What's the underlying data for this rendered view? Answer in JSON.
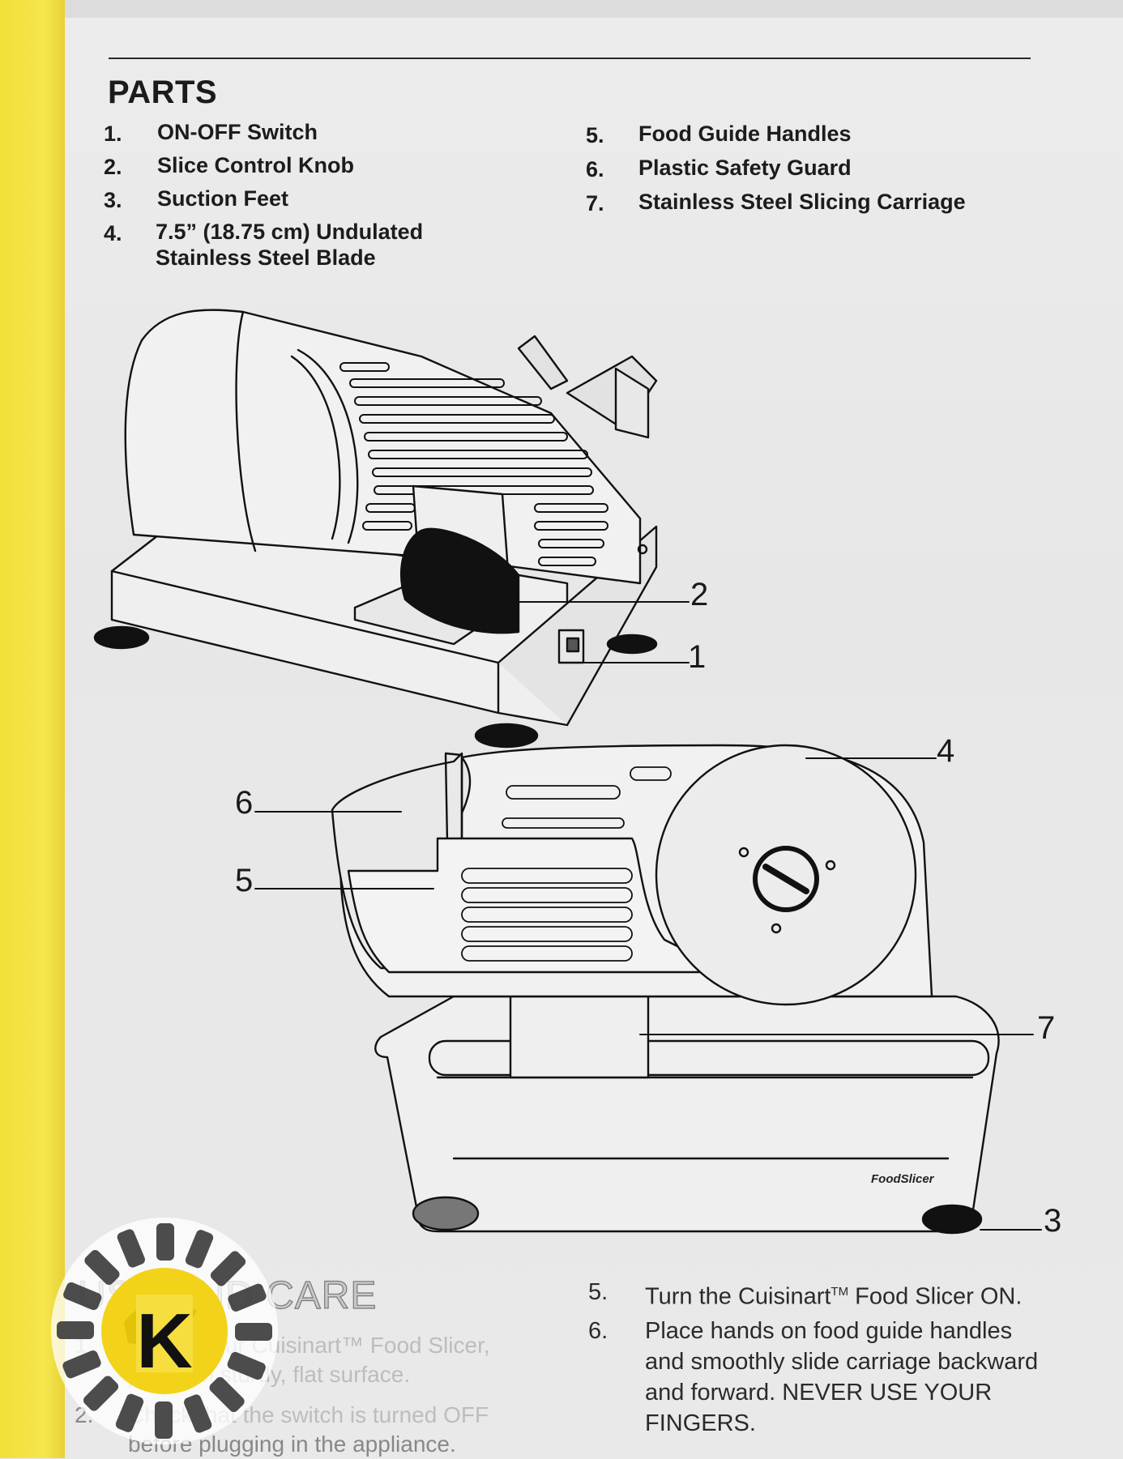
{
  "parts": {
    "title": "PARTS",
    "items_left": [
      {
        "num": "1.",
        "text": "ON-OFF Switch"
      },
      {
        "num": "2.",
        "text": "Slice Control Knob"
      },
      {
        "num": "3.",
        "text": "Suction Feet"
      },
      {
        "num": "4.",
        "text_line1": "7.5” (18.75 cm) Undulated",
        "text_line2": "Stainless Steel Blade"
      }
    ],
    "items_right": [
      {
        "num": "5.",
        "text": "Food Guide Handles"
      },
      {
        "num": "6.",
        "text": "Plastic Safety Guard"
      },
      {
        "num": "7.",
        "text": "Stainless Steel Slicing Carriage"
      }
    ]
  },
  "diagram": {
    "callouts_top": [
      "2",
      "1"
    ],
    "callouts_bottom": [
      "4",
      "6",
      "5",
      "7",
      "3"
    ],
    "brand_mark": "FoodSlicer"
  },
  "use_and_care": {
    "title": "USE AND CARE",
    "left_items": [
      {
        "num": "1.",
        "line1": "To use your Cuisinart™ Food Slicer,",
        "line2": "place on sturdy, flat surface."
      },
      {
        "num": "2.",
        "line1": "Check that the switch is turned OFF",
        "line2": "before plugging in the appliance."
      }
    ],
    "right_items": [
      {
        "num": "5.",
        "text_before_sup": "Turn the Cuisinart",
        "sup": "TM",
        "text_after_sup": " Food Slicer ON."
      },
      {
        "num": "6.",
        "line1": "Place hands on food guide handles",
        "line2": "and smoothly slide carriage backward",
        "line3": "and forward. NEVER USE YOUR",
        "line4": "FINGERS."
      }
    ]
  },
  "logo": {
    "letter": "K"
  },
  "colors": {
    "page": "#e9e9e9",
    "strip": "#f4e245",
    "ink": "#1a1a1a"
  }
}
